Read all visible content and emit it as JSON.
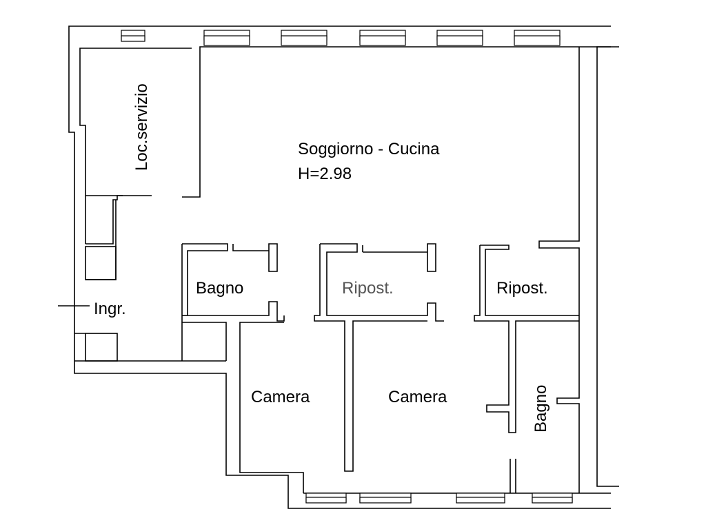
{
  "rooms": {
    "soggiorno": "Soggiorno - Cucina",
    "height": "H=2.98",
    "loc_servizio": "Loc.servizio",
    "bagno_1": "Bagno",
    "ripost_1": "Ripost.",
    "ripost_2": "Ripost.",
    "ingresso": "Ingr.",
    "camera_1": "Camera",
    "camera_2": "Camera",
    "bagno_2": "Bagno"
  }
}
